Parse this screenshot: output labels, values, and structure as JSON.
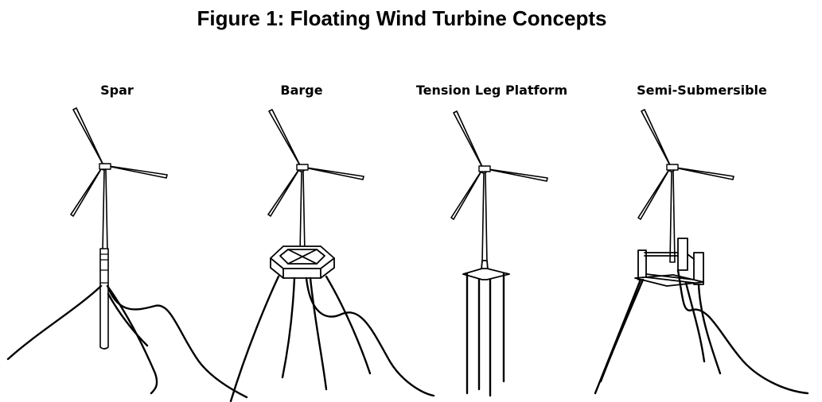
{
  "figure": {
    "title": "Figure 1: Floating Wind Turbine Concepts"
  },
  "concepts": [
    {
      "label": "Spar"
    },
    {
      "label": "Barge"
    },
    {
      "label": "Tension Leg Platform"
    },
    {
      "label": "Semi-Submersible"
    }
  ]
}
